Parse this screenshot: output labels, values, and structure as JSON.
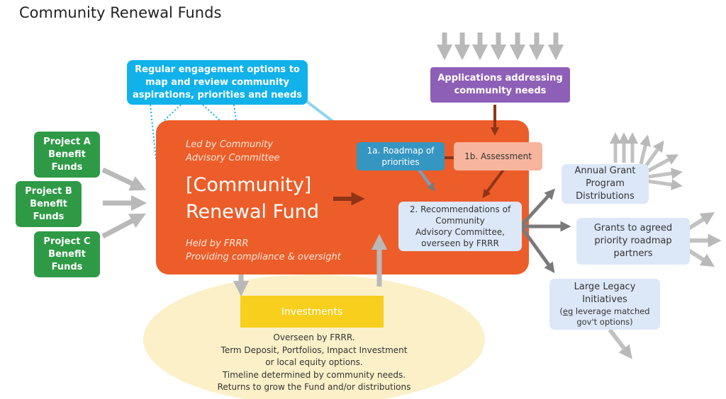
{
  "title": "Community Renewal Funds",
  "projects": [
    {
      "label": "Project A\nBenefit\nFunds"
    },
    {
      "label": "Project B\nBenefit\nFunds"
    },
    {
      "label": "Project C\nBenefit\nFunds"
    }
  ],
  "engagement": {
    "text": "Regular engagement options to\nmap and review community\naspirations, priorities and needs"
  },
  "applications": {
    "text": "Applications addressing\ncommunity needs"
  },
  "fund": {
    "led_by": "Led by Community\nAdvisory Committee",
    "name": "[Community]\nRenewal Fund",
    "held_by": "Held by FRRR\nProviding compliance & oversight"
  },
  "roadmap": {
    "text": "1a. Roadmap of\npriorities"
  },
  "assessment": {
    "text": "1b. Assessment"
  },
  "recommendations": {
    "text": "2. Recommendations of\nCommunity\nAdvisory Committee,\noverseen by FRRR"
  },
  "outputs": {
    "annual": "Annual Grant\nProgram\nDistributions",
    "grants": "Grants to agreed\npriority roadmap\npartners",
    "legacy_title": "Large Legacy\nInitiatives",
    "legacy_note_prefix": "eg",
    "legacy_note_rest": " leverage matched\ngov't options)"
  },
  "investments": {
    "label": "Investments",
    "description": "Overseen by FRRR.\nTerm Deposit, Portfolios, Impact Investment\nor local equity options.\nTimeline determined by community needs.\nReturns to grow the Fund and/or distributions"
  },
  "colors": {
    "fund_orange": "#ec5d2a",
    "project_green": "#2e9a45",
    "engagement_blue": "#11b2ea",
    "applications_purple": "#8e5fb6",
    "roadmap_teal": "#3596c2",
    "assessment_peach": "#f8b59e",
    "output_lightblue": "#dce8f8",
    "investments_yellow": "#f7cf1c",
    "investments_cream": "#fbf0c8",
    "arrow_grey": "#b9b9b9",
    "arrow_dark": "#8f3416"
  }
}
